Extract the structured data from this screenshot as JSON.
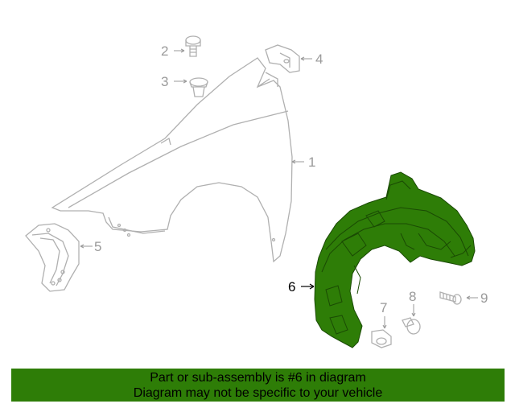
{
  "callouts": {
    "c1": "1",
    "c2": "2",
    "c3": "3",
    "c4": "4",
    "c5": "5",
    "c6": "6",
    "c7": "7",
    "c8": "8",
    "c9": "9"
  },
  "highlight_part": "6",
  "colors": {
    "highlight_fill": "#2e7d07",
    "line_gray": "#b0b0b0",
    "footer_bg": "#2e7d07"
  },
  "footer": {
    "line1": "Part or sub-assembly is #6 in diagram",
    "line2": "Diagram may not be specific to your vehicle"
  }
}
